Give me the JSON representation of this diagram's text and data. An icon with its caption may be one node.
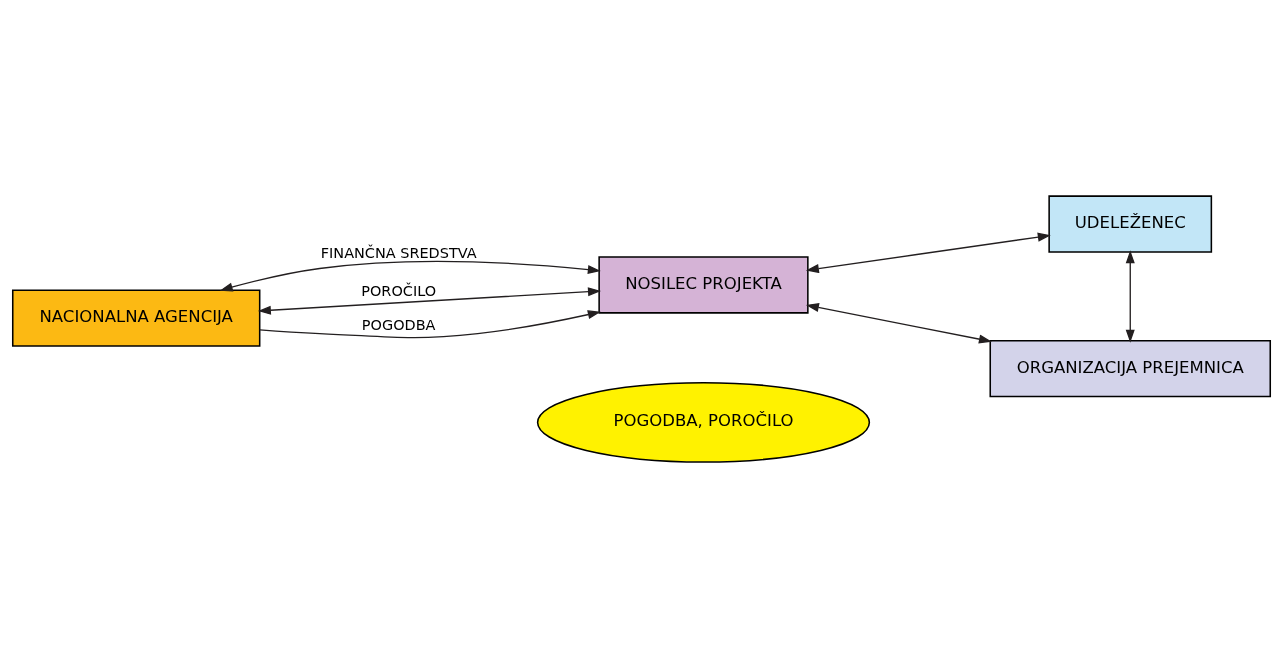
{
  "diagram": {
    "nodes": [
      {
        "text": [
          "NACIONALNA AGENCIJA"
        ]
      },
      {
        "text": [
          "NOSILEC PROJEKTA"
        ]
      },
      {
        "text": [
          "POGODBA, POROČILO"
        ]
      },
      {
        "text": [
          "UDELEŽENEC"
        ]
      },
      {
        "text": [
          "ORGANIZACIJA PREJEMNICA"
        ]
      }
    ],
    "edges": [
      {
        "from": 0,
        "to": 1,
        "arrow": "both",
        "label": "FINANČNA SREDSTVA"
      },
      {
        "from": 0,
        "to": 1,
        "arrow": "both",
        "label": "POROČILO"
      },
      {
        "from": 0,
        "to": 1,
        "arrow": "to",
        "label": "POGODBA"
      },
      {
        "from": 1,
        "to": 3,
        "arrow": "both"
      },
      {
        "from": 1,
        "to": 4,
        "arrow": "both"
      },
      {
        "from": 3,
        "to": 4,
        "arrow": "both"
      }
    ]
  }
}
